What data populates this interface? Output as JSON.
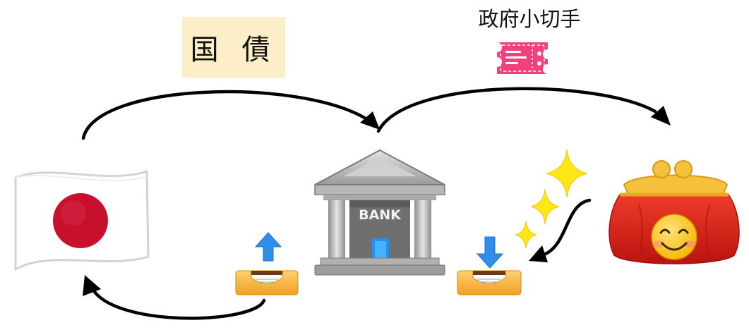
{
  "labels": {
    "bond": "国 債",
    "check": "政府小切手",
    "bank": "BANK"
  },
  "icons": [
    "japan-flag-icon",
    "bank-icon",
    "purse-icon",
    "ticket-icon",
    "sparkles-icon",
    "outbox-tray-icon",
    "inbox-tray-icon"
  ],
  "colors": {
    "bond_bg": "#fcefc8",
    "ticket": "#f0417c",
    "flag_red": "#c8102e",
    "purse_red": "#d0211c",
    "gold": "#f6c23e",
    "sparkle": "#ffe716",
    "arrow_blue": "#2f8ee9"
  }
}
